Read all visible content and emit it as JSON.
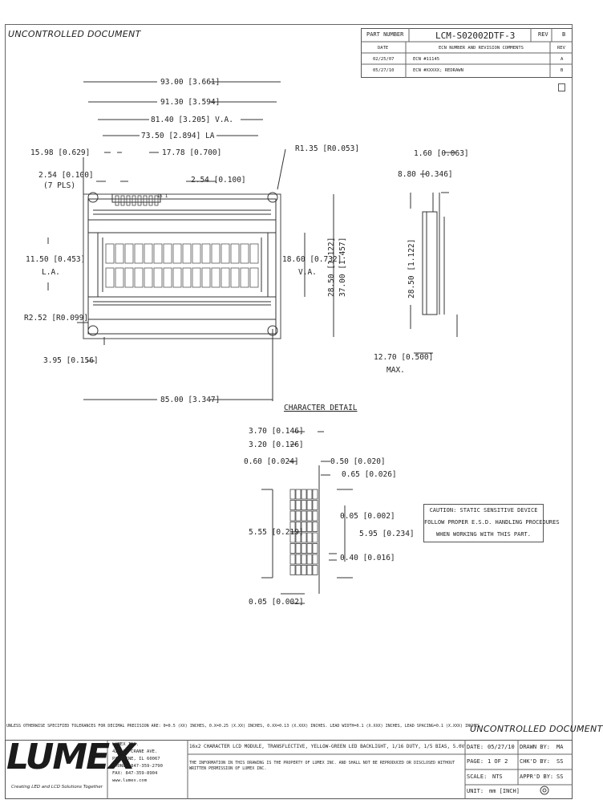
{
  "stamp_top": "UNCONTROLLED DOCUMENT",
  "stamp_bottom": "UNCONTROLLED DOCUMENT",
  "title_block": {
    "part_number_label": "PART NUMBER",
    "part_number": "LCM-S02002DTF-3",
    "rev_label": "REV",
    "rev": "B",
    "date_label": "DATE",
    "ecn_label": "ECN NUMBER AND REVISION COMMENTS",
    "rev_col_label": "REV",
    "rows": [
      {
        "date": "02/25/07",
        "comment": "ECN #11145",
        "rev": "A"
      },
      {
        "date": "05/27/10",
        "comment": "ECN #XXXXX; REDRAWN",
        "rev": "B"
      }
    ]
  },
  "dimensions": {
    "d93": "93.00 [3.661]",
    "d913": "91.30 [3.594]",
    "d814": "81.40 [3.205] V.A.",
    "d735": "73.50 [2.894] LA",
    "d1598": "15.98 [0.629]",
    "d1778": "17.78 [0.700]",
    "d254": "2.54 [0.100]",
    "d254b": "(7 PLS)",
    "d254c": "2.54 [0.100]",
    "r135": "R1.35 [R0.053]",
    "d115": "11.50 [0.453]",
    "d115b": "L.A.",
    "d186": "18.60 [0.732]",
    "d186b": "V.A.",
    "d285": "28.50 [1.122]",
    "d370": "37.00 [1.457]",
    "r252": "R2.52 [R0.099]",
    "d395": "3.95 [0.156]",
    "d850": "85.00 [3.347]",
    "d160": "1.60 [0.063]",
    "d880": "8.80 [0.346]",
    "d2850": "28.50 [1.122]",
    "d1270": "12.70 [0.500]",
    "d1270b": "MAX.",
    "pin_label": "16 1"
  },
  "character_detail": {
    "title": "CHARACTER DETAIL",
    "d370": "3.70 [0.146]",
    "d320": "3.20 [0.126]",
    "d060": "0.60 [0.024]",
    "d050": "0.50 [0.020]",
    "d065": "0.65 [0.026]",
    "d555": "5.55 [0.219]",
    "d005a": "0.05 [0.002]",
    "d595": "5.95 [0.234]",
    "d040": "0.40 [0.016]",
    "d005b": "0.05 [0.002]"
  },
  "caution": {
    "line1": "CAUTION: STATIC SENSITIVE DEVICE",
    "line2": "FOLLOW PROPER E.S.D. HANDLING PROCEDURES",
    "line3": "WHEN WORKING WITH THIS PART."
  },
  "tolerance_note": "UNLESS OTHERWISE SPECIFIED TOLERANCES FOR DECIMAL PRECISION ARE: 0=0.5 (XX) INCHES, 0.X=0.25 (X.XX) INCHES, 0.XX=0.13 (X.XXX) INCHES. LEAD WIDTH=0.1 (X.XXX) INCHES, LEAD SPACING=0.1 (X.XXX) INCHES",
  "company": {
    "logo": "LUMEX",
    "tagline": "Creating LED and LCD Solutions Together",
    "address": [
      "LUMEX INC.",
      "425 S. CRANE AVE.",
      "PALATINE, IL 60067",
      "PHONE: 847-359-2790",
      "FAX: 847-359-8904",
      "www.lumex.com"
    ]
  },
  "description": "16x2 CHARACTER LCD MODULE, TRANSFLECTIVE, YELLOW-GREEN LED BACKLIGHT, 1/16 DUTY, 1/5 BIAS, 5.0V",
  "proprietary_note": "THE INFORMATION IN THIS DRAWING IS THE PROPERTY OF LUMEX INC. AND SHALL NOT BE REPRODUCED OR DISCLOSED WITHOUT WRITTEN PERMISSION OF LUMEX INC.",
  "info_table": {
    "date_label": "DATE:",
    "date": "05/27/10",
    "drawn_label": "DRAWN BY:",
    "drawn": "MA",
    "page_label": "PAGE:",
    "page": "1 OF 2",
    "checked_label": "CHK'D BY:",
    "checked": "SS",
    "scale_label": "SCALE:",
    "scale": "NTS",
    "approved_label": "APPR'D BY:",
    "approved": "SS",
    "unit_label": "UNIT:",
    "unit": "mm [INCH]"
  }
}
